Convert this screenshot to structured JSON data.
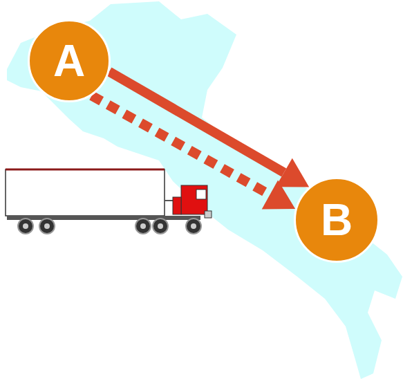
{
  "diagram": {
    "nodes": [
      {
        "text": [
          "A"
        ]
      },
      {
        "text": [
          "B"
        ]
      }
    ],
    "edges": [
      {
        "from": 0,
        "to": 1,
        "arrow": "to"
      },
      {
        "from": 0,
        "to": 1,
        "arrow": "to"
      }
    ]
  }
}
